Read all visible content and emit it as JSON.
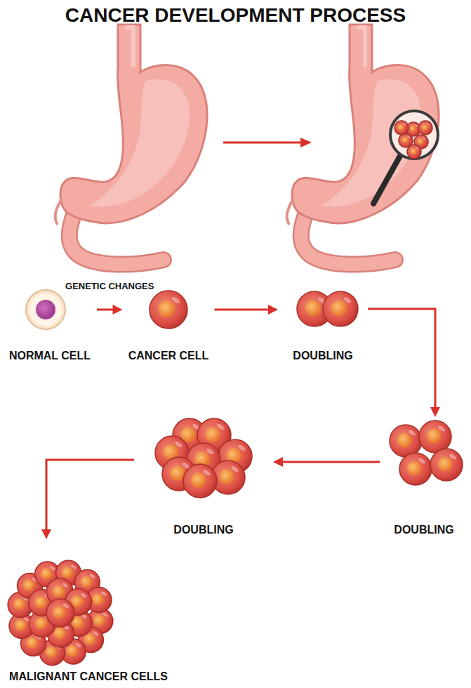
{
  "diagram": {
    "title": "CANCER DEVELOPMENT PROCESS",
    "nodes": [
      {
        "text": [
          "NORMAL CELL"
        ]
      },
      {
        "text": [
          "CANCER CELL"
        ]
      },
      {
        "text": [
          "DOUBLING"
        ]
      },
      {
        "text": [
          "DOUBLING"
        ]
      },
      {
        "text": [
          "DOUBLING"
        ]
      },
      {
        "text": [
          "MALIGNANT CANCER CELLS"
        ]
      }
    ],
    "edges": [
      {
        "from": 0,
        "to": 1,
        "arrow": "to",
        "label": "GENETIC CHANGES"
      },
      {
        "from": 1,
        "to": 2,
        "arrow": "to"
      },
      {
        "from": 2,
        "to": 3,
        "arrow": "to"
      },
      {
        "from": 3,
        "to": 4,
        "arrow": "to"
      },
      {
        "from": 4,
        "to": 5,
        "arrow": "to"
      }
    ]
  }
}
